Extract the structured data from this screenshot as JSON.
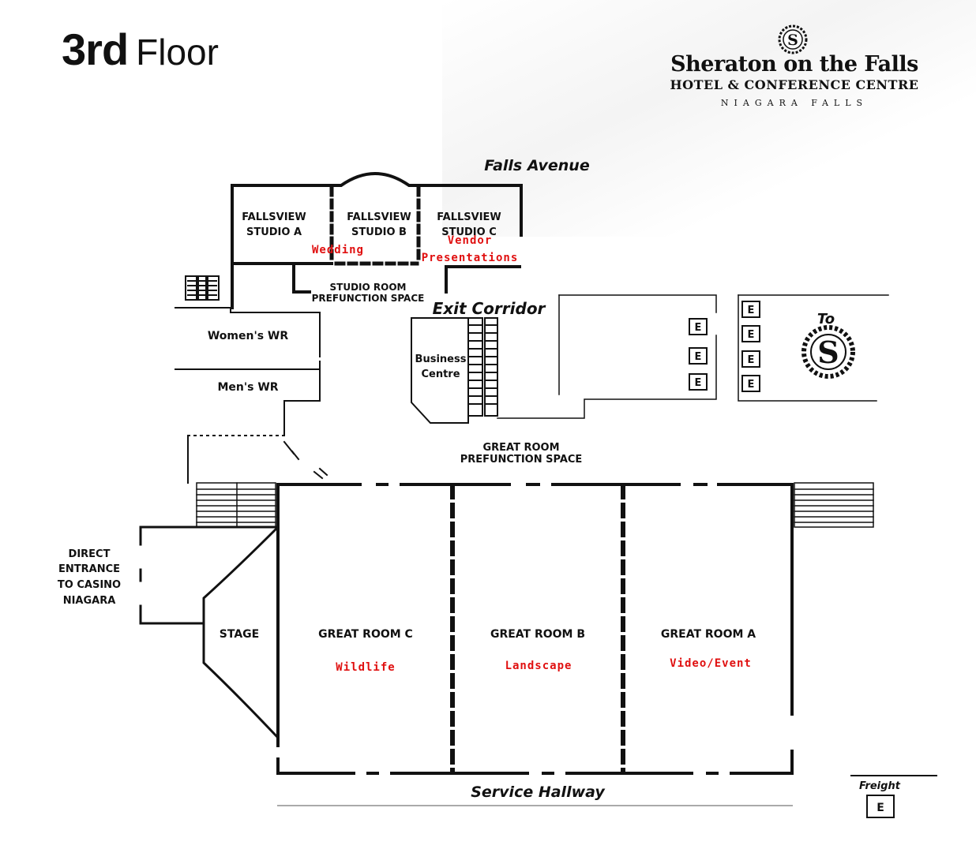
{
  "page": {
    "title_number": "3rd",
    "title_word": "Floor"
  },
  "brand": {
    "line1": "Sheraton on the Falls",
    "line2": "HOTEL & CONFERENCE CENTRE",
    "line3": "NIAGARA FALLS",
    "emblem_letter": "S"
  },
  "streets": {
    "falls_avenue": "Falls Avenue",
    "exit_corridor": "Exit Corridor",
    "service_hallway": "Service Hallway"
  },
  "rooms": {
    "studio_a": [
      "FALLSVIEW",
      "STUDIO A"
    ],
    "studio_b": [
      "FALLSVIEW",
      "STUDIO B"
    ],
    "studio_c": [
      "FALLSVIEW",
      "STUDIO C"
    ],
    "studio_prefunction": [
      "STUDIO ROOM",
      "PREFUNCTION SPACE"
    ],
    "womens_wr": "Women's WR",
    "mens_wr": "Men's WR",
    "business_centre": [
      "Business",
      "Centre"
    ],
    "great_prefunction": [
      "GREAT ROOM",
      "PREFUNCTION SPACE"
    ],
    "direct_entrance": [
      "DIRECT",
      "ENTRANCE",
      "TO CASINO",
      "NIAGARA"
    ],
    "stage": "STAGE",
    "great_room_c": "GREAT ROOM C",
    "great_room_b": "GREAT ROOM B",
    "great_room_a": "GREAT ROOM A"
  },
  "annotations": {
    "wedding": "Wedding",
    "vendor": [
      "Vendor",
      "Presentations"
    ],
    "wildlife": "Wildlife",
    "landscape": "Landscape",
    "video_event": "Video/Event"
  },
  "elevators": {
    "label": "E",
    "freight_label": "Freight"
  },
  "connector": {
    "to_label": "To",
    "logo_letter": "S"
  },
  "colors": {
    "annotation": "#e01010",
    "walls": "#111111"
  }
}
